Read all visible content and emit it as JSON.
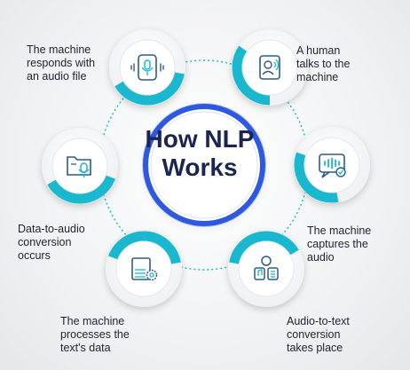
{
  "center": {
    "title_line1": "How NLP",
    "title_line2": "Works"
  },
  "steps": [
    {
      "text": "A human talks to the machine",
      "lines": [
        "A human",
        "talks to the",
        "machine"
      ],
      "icon": "human-voice-phone-icon"
    },
    {
      "text": "The machine captures the audio",
      "lines": [
        "The machine",
        "captures the",
        "audio"
      ],
      "icon": "audio-wave-chat-icon"
    },
    {
      "text": "Audio-to-text conversion takes place",
      "lines": [
        "Audio-to-text",
        "conversion",
        "takes place"
      ],
      "icon": "audio-to-text-icon"
    },
    {
      "text": "The machine processes the text's data",
      "lines": [
        "The machine",
        "processes the",
        "text's data"
      ],
      "icon": "text-processing-gear-icon"
    },
    {
      "text": "Data-to-audio conversion occurs",
      "lines": [
        "Data-to-audio",
        "conversion",
        "occurs"
      ],
      "icon": "folder-microphone-icon"
    },
    {
      "text": "The machine responds with an audio file",
      "lines": [
        "The machine",
        "responds with",
        "an audio file"
      ],
      "icon": "microphone-phone-icon"
    }
  ],
  "colors": {
    "accent": "#19b8cf",
    "navy": "#1b2552",
    "blue_ring": "#2f58e0",
    "icon": "#2d5b80"
  }
}
